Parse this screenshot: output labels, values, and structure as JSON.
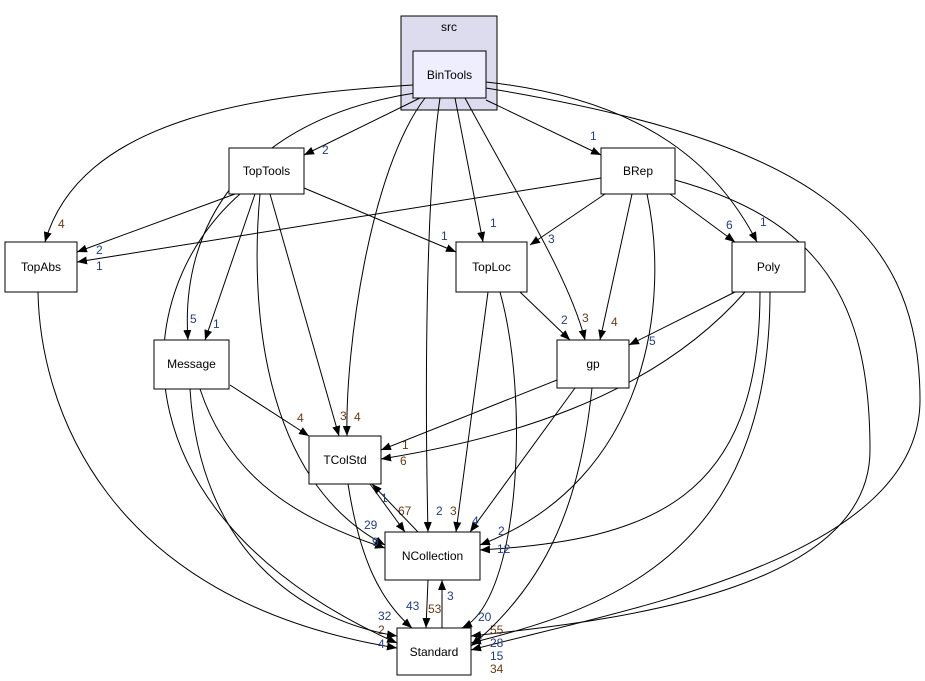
{
  "cluster": {
    "label": "src",
    "fill": "#dcdcee"
  },
  "nodes": {
    "bintools": "BinTools",
    "toptools": "TopTools",
    "brep": "BRep",
    "topabs": "TopAbs",
    "toploc": "TopLoc",
    "poly": "Poly",
    "message": "Message",
    "gp": "gp",
    "tcolstd": "TColStd",
    "ncollection": "NCollection",
    "standard": "Standard"
  },
  "colors": {
    "highlight_node": "#eeeeff",
    "label_a": "#1f3d8a",
    "label_b": "#6b3a10"
  },
  "edges": [
    {
      "from": "BinTools",
      "to": "TopAbs",
      "label": "4"
    },
    {
      "from": "BinTools",
      "to": "TopTools",
      "label": "2"
    },
    {
      "from": "BinTools",
      "to": "Message",
      "label": "5"
    },
    {
      "from": "BinTools",
      "to": "TColStd",
      "label": "4"
    },
    {
      "from": "BinTools",
      "to": "NCollection",
      "label": "2"
    },
    {
      "from": "BinTools",
      "to": "TopLoc",
      "label": "1"
    },
    {
      "from": "BinTools",
      "to": "gp",
      "label": "3"
    },
    {
      "from": "BinTools",
      "to": "BRep",
      "label": "1"
    },
    {
      "from": "BinTools",
      "to": "Poly",
      "label": "1"
    },
    {
      "from": "BinTools",
      "to": "Standard",
      "label": "34"
    },
    {
      "from": "TopTools",
      "to": "TopAbs",
      "label": "2"
    },
    {
      "from": "TopTools",
      "to": "Message",
      "label": "1"
    },
    {
      "from": "TopTools",
      "to": "TColStd",
      "label": "3"
    },
    {
      "from": "TopTools",
      "to": "TopLoc",
      "label": "1"
    },
    {
      "from": "TopTools",
      "to": "NCollection",
      "label": "29"
    },
    {
      "from": "TopTools",
      "to": "Standard",
      "label": "2"
    },
    {
      "from": "BRep",
      "to": "TopAbs",
      "label": "1"
    },
    {
      "from": "BRep",
      "to": "TopLoc",
      "label": "3"
    },
    {
      "from": "BRep",
      "to": "gp",
      "label": "4"
    },
    {
      "from": "BRep",
      "to": "Poly",
      "label": "6"
    },
    {
      "from": "BRep",
      "to": "NCollection",
      "label": "2"
    },
    {
      "from": "BRep",
      "to": "Standard",
      "label": "55"
    },
    {
      "from": "TopAbs",
      "to": "Standard",
      "label": "4"
    },
    {
      "from": "TopLoc",
      "to": "gp",
      "label": "2"
    },
    {
      "from": "TopLoc",
      "to": "NCollection",
      "label": "3"
    },
    {
      "from": "TopLoc",
      "to": "Standard",
      "label": "20"
    },
    {
      "from": "Poly",
      "to": "gp",
      "label": "5"
    },
    {
      "from": "Poly",
      "to": "TColStd",
      "label": "6"
    },
    {
      "from": "Poly",
      "to": "NCollection",
      "label": "12"
    },
    {
      "from": "Poly",
      "to": "Standard",
      "label": "28"
    },
    {
      "from": "Message",
      "to": "TColStd",
      "label": "4"
    },
    {
      "from": "Message",
      "to": "NCollection",
      "label": "9"
    },
    {
      "from": "Message",
      "to": "Standard",
      "label": "32"
    },
    {
      "from": "gp",
      "to": "TColStd",
      "label": "1"
    },
    {
      "from": "gp",
      "to": "NCollection",
      "label": "4"
    },
    {
      "from": "gp",
      "to": "Standard",
      "label": "15"
    },
    {
      "from": "TColStd",
      "to": "NCollection",
      "label": "67"
    },
    {
      "from": "TColStd",
      "to": "Standard",
      "label": "43"
    },
    {
      "from": "NCollection",
      "to": "TColStd",
      "label": "1"
    },
    {
      "from": "NCollection",
      "to": "Standard",
      "label": "53"
    },
    {
      "from": "Standard",
      "to": "NCollection",
      "label": "3"
    }
  ]
}
